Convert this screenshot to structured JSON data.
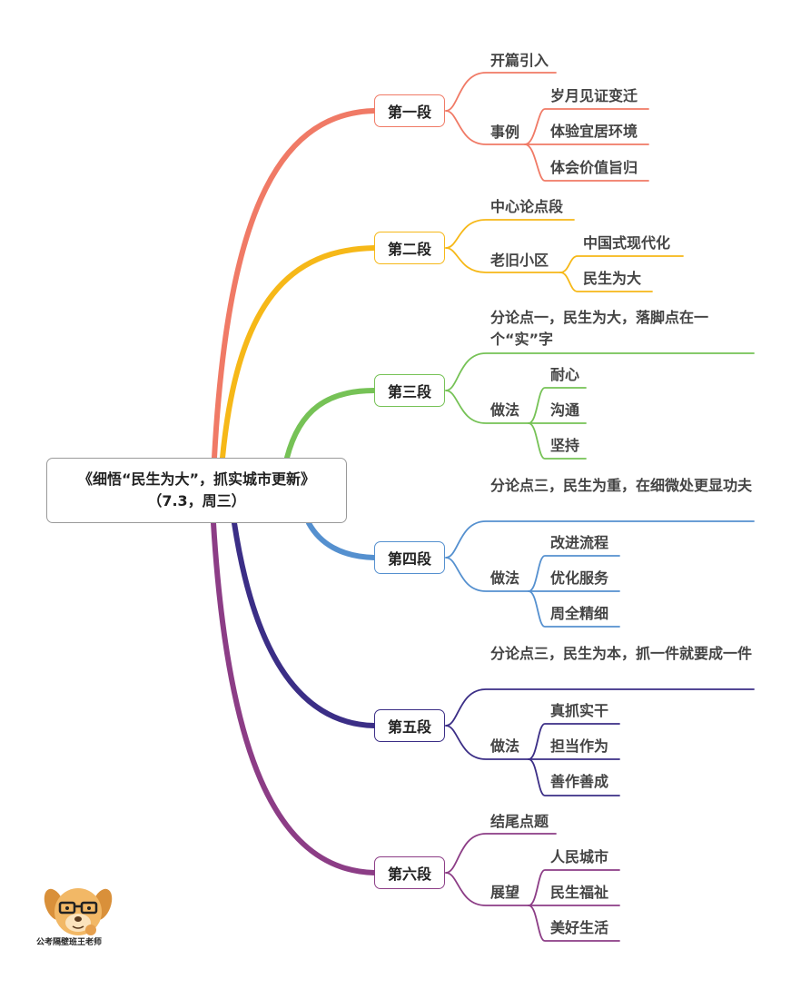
{
  "root": {
    "title": "《细悟“民生为大”，抓实城市更新》",
    "subtitle": "（7.3，周三）"
  },
  "colors": {
    "s1": "#f07a66",
    "s2": "#f6b818",
    "s3": "#76c256",
    "s4": "#5590cf",
    "s5": "#3b2e86",
    "s6": "#8c3d86"
  },
  "sections": [
    {
      "label": "第一段",
      "topic": "开篇引入",
      "group": "事例",
      "items": [
        "岁月见证变迁",
        "体验宜居环境",
        "体会价值旨归"
      ]
    },
    {
      "label": "第二段",
      "topic": "中心论点段",
      "group": "老旧小区",
      "items": [
        "中国式现代化",
        "民生为大"
      ]
    },
    {
      "label": "第三段",
      "topic": "分论点一，民生为大，落脚点在一个“实”字",
      "group": "做法",
      "items": [
        "耐心",
        "沟通",
        "坚持"
      ]
    },
    {
      "label": "第四段",
      "topic": "分论点三，民生为重，在细微处更显功夫",
      "group": "做法",
      "items": [
        "改进流程",
        "优化服务",
        "周全精细"
      ]
    },
    {
      "label": "第五段",
      "topic": "分论点三，民生为本，抓一件就要成一件",
      "group": "做法",
      "items": [
        "真抓实干",
        "担当作为",
        "善作善成"
      ]
    },
    {
      "label": "第六段",
      "topic": "结尾点题",
      "group": "展望",
      "items": [
        "人民城市",
        "民生福祉",
        "美好生活"
      ]
    }
  ],
  "logo": {
    "caption": "公考隔壁班王老师",
    "icon": "dog-with-glasses-icon"
  }
}
